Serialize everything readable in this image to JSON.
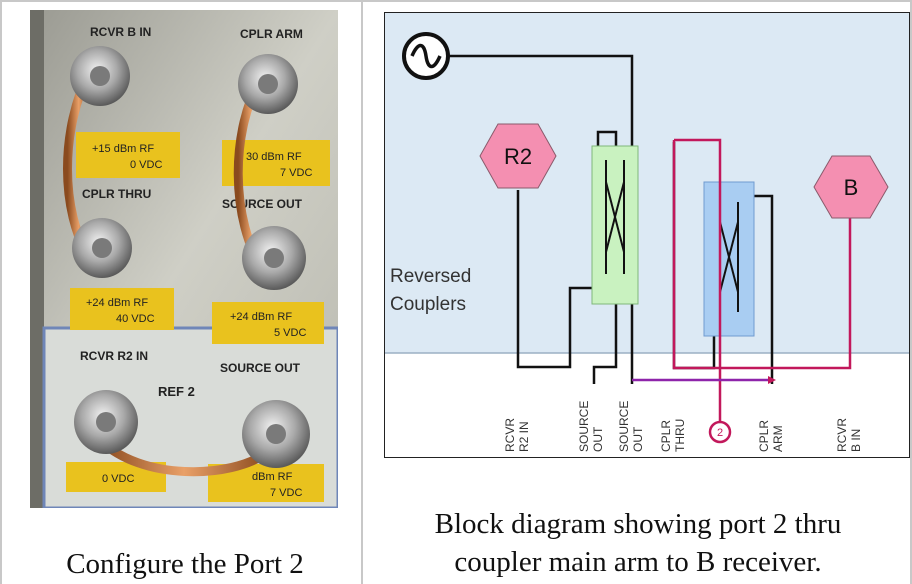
{
  "left_panel": {
    "caption": "Configure the Port 2",
    "photo": {
      "labels": {
        "rcvr_b_in": "RCVR B IN",
        "cplr_arm": "CPLR ARM",
        "cplr_thru": "CPLR THRU",
        "source_out_top": "SOURCE OUT",
        "rcvr_r2_in": "RCVR R2 IN",
        "ref_2": "REF 2",
        "source_out_bottom": "SOURCE OUT"
      },
      "warnings": {
        "w1_line1": "+15 dBm RF",
        "w1_line2": "0 VDC",
        "w2_line1": "30 dBm RF",
        "w2_line2": "7 VDC",
        "w3_line1": "+24 dBm RF",
        "w3_line2": "40 VDC",
        "w4_line1": "+24 dBm RF",
        "w4_line2": "5 VDC",
        "w5_line1": "0 VDC",
        "w6_line1": "dBm RF",
        "w6_line2": "7 VDC"
      }
    }
  },
  "right_panel": {
    "caption_line1": "Block diagram showing port 2 thru",
    "caption_line2": "coupler main arm to B receiver.",
    "diagram": {
      "r2_label": "R2",
      "b_label": "B",
      "reversed_line1": "Reversed",
      "reversed_line2": "Couplers",
      "port2_marker": "2",
      "ports": [
        {
          "line1": "RCVR",
          "line2": "R2 IN"
        },
        {
          "line1": "SOURCE",
          "line2": "OUT"
        },
        {
          "line1": "SOURCE",
          "line2": "OUT"
        },
        {
          "line1": "CPLR",
          "line2": "THRU"
        },
        {
          "line1": "CPLR",
          "line2": "ARM"
        },
        {
          "line1": "RCVR",
          "line2": "B IN"
        }
      ],
      "colors": {
        "hexagon": "#f48fb1",
        "green_coupler": "#c9f2c0",
        "blue_coupler": "#a9cdf2",
        "signal_path": "#c2185b",
        "purple_line": "#8e24aa"
      }
    }
  }
}
